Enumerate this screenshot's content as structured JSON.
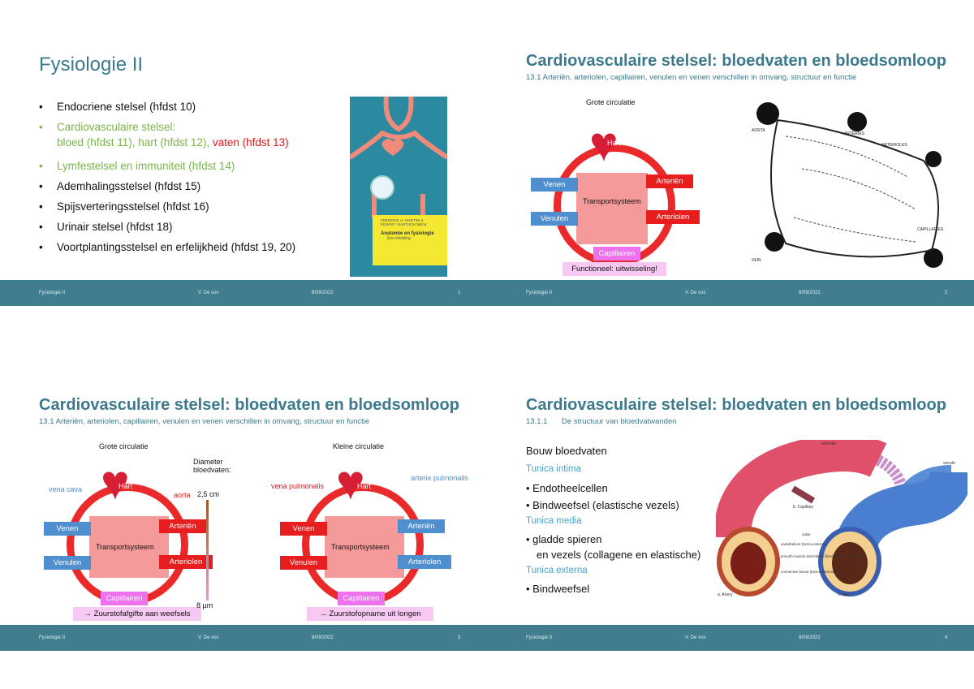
{
  "footer": {
    "course": "Fysiologie II",
    "author": "V. De vos",
    "date": "8/09/2022"
  },
  "slide1": {
    "title": "Fysiologie II",
    "bullets": [
      "Endocriene stelsel (hfdst 10)",
      "Cardiovasculaire stelsel:",
      "Lymfestelsel en immuniteit (hfdst 14)",
      "Ademhalingsstelsel (hfdst 15)",
      "Spijsverteringsstelsel (hfdst 16)",
      "Urinair stelsel (hfdst 18)",
      "Voortplantingsstelsel en erfelijkheid (hfdst 19, 20)"
    ],
    "cardio_sub": {
      "a": "bloed (hfdst 11), hart (hfdst 12), ",
      "b": "vaten (hfdst 13)"
    },
    "book": {
      "authors1": "FREDERIC H. MARTINI &",
      "authors2": "EDWIN F. BARTHOLOMEW",
      "title": "Anatomie en fysiologie",
      "subtitle": "Een inleiding"
    },
    "page": "1"
  },
  "slide2": {
    "title": "Cardiovasculaire stelsel: bloedvaten en bloedsomloop",
    "subtitle": "13.1 Arteriën, arteriolen, capillairen, venulen en venen verschillen in omvang, structuur en functie",
    "diagram_title": "Grote circulatie",
    "hart": "Hart",
    "venen": "Venen",
    "venulen": "Venulen",
    "arterien": "Arteriën",
    "arteriolen": "Arteriolen",
    "capillairen": "Capillairen",
    "transport": "Transportsysteem",
    "functioneel": "Functioneel: uitwisseling!",
    "sketch_labels": [
      "AORTA",
      "ARTERIES",
      "ARTERIOLES",
      "CAPILLARIES",
      "VEIN"
    ],
    "page": "2"
  },
  "slide3": {
    "title": "Cardiovasculaire stelsel: bloedvaten en bloedsomloop",
    "subtitle": "13.1 Arteriën, arteriolen, capillairen, venulen en venen verschillen in omvang, structuur en functie",
    "grote": "Grote circulatie",
    "kleine": "Kleine circulatie",
    "diameter1": "Diameter",
    "diameter2": "bloedvaten:",
    "d_top": "2,5 cm",
    "d_bottom": "8 µm",
    "vena_cava": "vena cava",
    "aorta": "aorta",
    "vena_pulmonalis": "vena pulmonalis",
    "arteria_pulmonalis": "arterie pulmonalis",
    "zuurstof_af": "→ Zuurstofafgifte aan weefsels",
    "zuurstof_op": "→ Zuurstofopname uit longen",
    "page": "3"
  },
  "slide4": {
    "title": "Cardiovasculaire stelsel: bloedvaten en bloedsomloop",
    "subtitle_num": "13.1.1",
    "subtitle_text": "De structuur van bloedvatwanden",
    "heading": "Bouw bloedvaten",
    "intima": "Tunica intima",
    "intima_items": [
      "Endotheelcellen",
      "Bindweefsel (elastische vezels)"
    ],
    "media": "Tunica media",
    "media_items": [
      "gladde spieren",
      "en vezels (collagene en elastische)"
    ],
    "externa": "Tunica externa",
    "externa_items": [
      "Bindweefsel"
    ],
    "fig_labels": {
      "arteriole": "arteriole",
      "venule": "venule",
      "capillary": "b. Capillary",
      "artery": "a. Artery",
      "vein": "c. Vein",
      "valve": "valve",
      "endothelium": "endothelium (tunica interna)",
      "smooth": "smooth muscle and elastic fibres (tunica media)",
      "connective": "connective tissue (tunica externa)"
    },
    "page": "4"
  },
  "colors": {
    "teal": "#3b7a8c",
    "footer": "#3f7d8f",
    "green": "#7ab648",
    "red": "#e01919",
    "blue": "#4f8fd0",
    "pink": "#ee72ee"
  }
}
